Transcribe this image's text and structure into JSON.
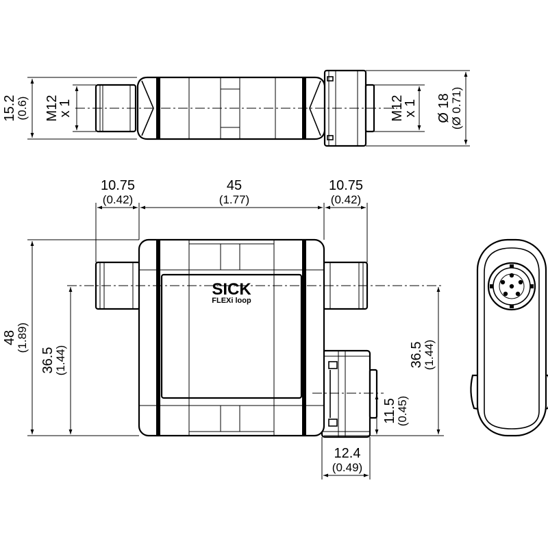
{
  "brand": {
    "logo": "SICK",
    "product": "FLEXi loop"
  },
  "dimensions": {
    "top_height_mm": "15.2",
    "top_height_in": "(0.6)",
    "top_left_thread": "M12",
    "top_left_thread_x": "x 1",
    "top_right_thread": "M12",
    "top_right_thread_x": "x 1",
    "top_diameter_mm": "Ø 18",
    "top_diameter_in": "(Ø 0.71)",
    "left_conn_mm": "10.75",
    "left_conn_in": "(0.42)",
    "body_width_mm": "45",
    "body_width_in": "(1.77)",
    "right_conn_mm": "10.75",
    "right_conn_in": "(0.42)",
    "overall_height_mm": "48",
    "overall_height_in": "(1.89)",
    "left_axis_mm": "36.5",
    "left_axis_in": "(1.44)",
    "right_axis_mm": "36.5",
    "right_axis_in": "(1.44)",
    "bottom_offset_mm": "11.5",
    "bottom_offset_in": "(0.45)",
    "bottom_conn_mm": "12.4",
    "bottom_conn_in": "(0.49)"
  }
}
